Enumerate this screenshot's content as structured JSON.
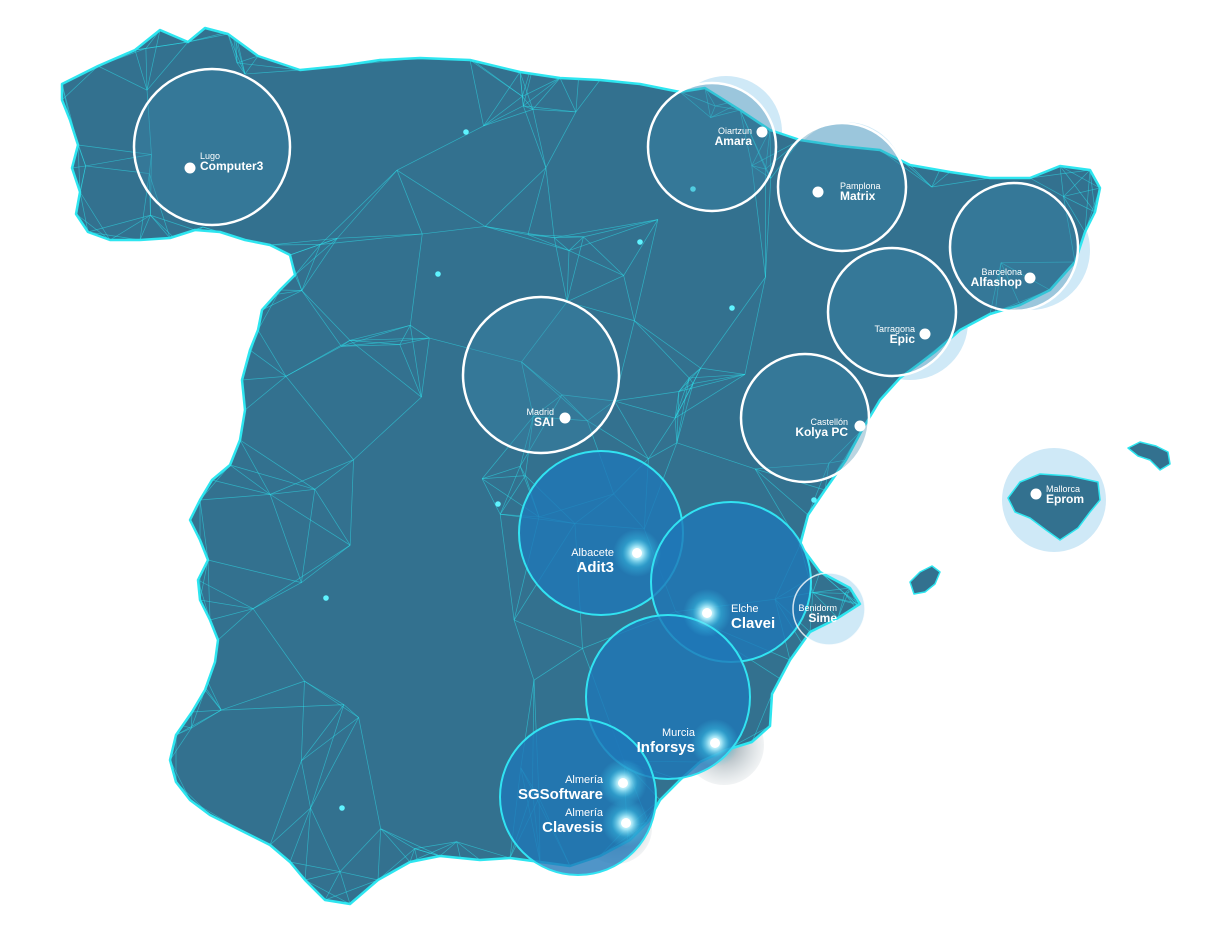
{
  "colors": {
    "land": "#33718f",
    "coast": "#2ee6f0",
    "mesh": "#2de4ee",
    "circle_white": "#ffffff",
    "circle_cyan": "#31e3f2",
    "hot_fill": "#1f77b8",
    "soft_fill": "#cfe9f7",
    "shadow": "#8a9aa3"
  },
  "locations": [
    {
      "id": "lugo",
      "city": "Lugo",
      "company": "Computer3",
      "style": "white"
    },
    {
      "id": "oiartzun",
      "city": "Oiartzun",
      "company": "Amara",
      "style": "white-soft"
    },
    {
      "id": "pamplona",
      "city": "Pamplona",
      "company": "Matrix",
      "style": "white-soft"
    },
    {
      "id": "barcelona",
      "city": "Barcelona",
      "company": "Alfashop",
      "style": "white-soft"
    },
    {
      "id": "tarragona",
      "city": "Tarragona",
      "company": "Epic",
      "style": "white-soft"
    },
    {
      "id": "madrid",
      "city": "Madrid",
      "company": "SAI",
      "style": "white"
    },
    {
      "id": "castellon",
      "city": "Castellón",
      "company": "Kolya PC",
      "style": "white"
    },
    {
      "id": "mallorca",
      "city": "Mallorca",
      "company": "Eprom",
      "style": "soft"
    },
    {
      "id": "albacete",
      "city": "Albacete",
      "company": "Adit3",
      "style": "hot"
    },
    {
      "id": "elche",
      "city": "Elche",
      "company": "Clavei",
      "style": "hot"
    },
    {
      "id": "benidorm",
      "city": "Benidorm",
      "company": "Sime",
      "style": "soft"
    },
    {
      "id": "murcia",
      "city": "Murcia",
      "company": "Inforsys",
      "style": "hot"
    },
    {
      "id": "almeria1",
      "city": "Almería",
      "company": "SGSoftware",
      "style": "hot"
    },
    {
      "id": "almeria2",
      "city": "Almería",
      "company": "Clavesis",
      "style": "hot"
    }
  ]
}
